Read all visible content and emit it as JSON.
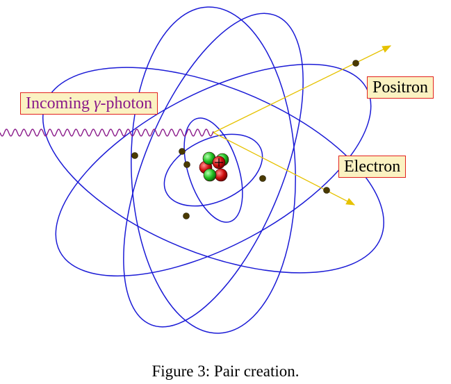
{
  "figure": {
    "caption": "Figure 3: Pair creation.",
    "labels": {
      "photon_prefix": "Incoming ",
      "photon_symbol": "γ",
      "photon_suffix": "-photon",
      "positron": "Positron",
      "electron": "Electron"
    },
    "colors": {
      "orbit": "#1a1ad6",
      "photon": "#8a1a8a",
      "track": "#e6c200",
      "electron_dot": "#4a3a00",
      "proton": "#d01010",
      "neutron": "#22c022",
      "label_border": "#e2211c",
      "label_fill": "#fbf2c2"
    }
  }
}
